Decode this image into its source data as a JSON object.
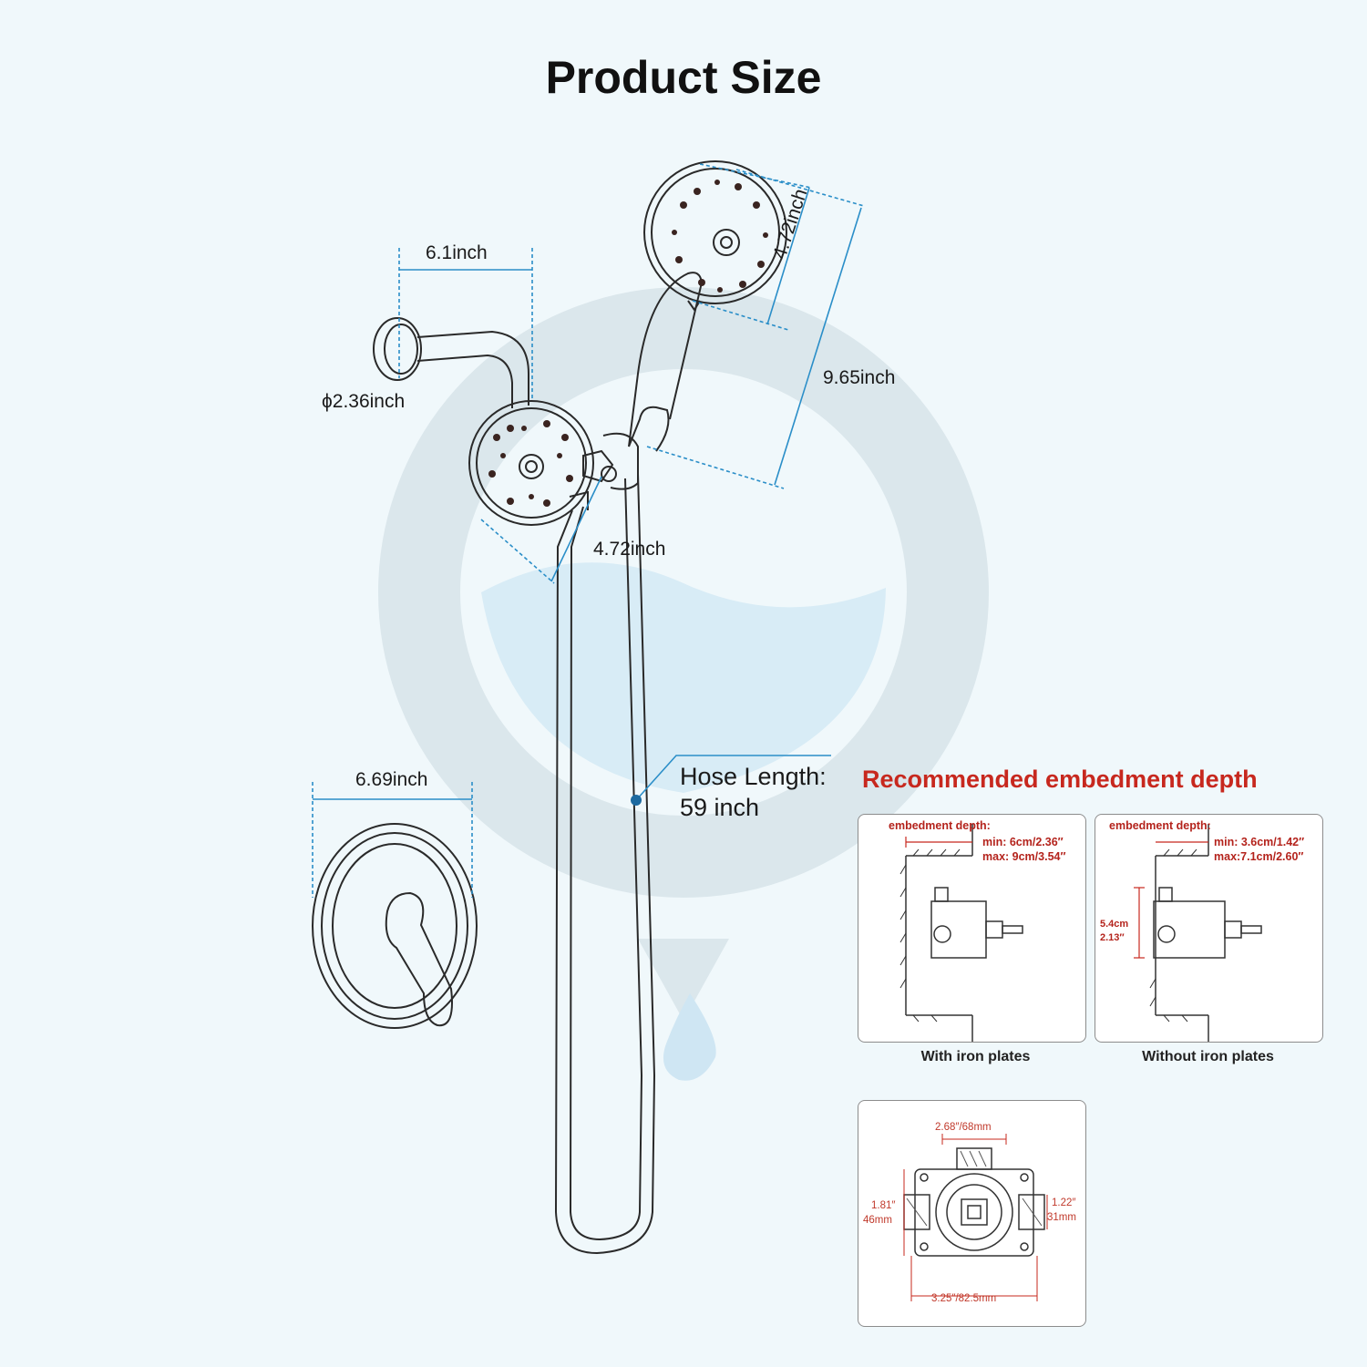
{
  "title": "Product Size",
  "colors": {
    "dimension_line": "#2a8ec8",
    "emphasis_red": "#c7281e",
    "background": "#f0f8fb"
  },
  "dimensions": {
    "arm_length": "6.1inch",
    "flange_diameter": "ϕ2.36inch",
    "handheld_head_diameter": "4.72inch",
    "handheld_length": "9.65inch",
    "fixed_head_diameter": "4.72inch",
    "trim_plate_width": "6.69inch"
  },
  "hose": {
    "label": "Hose Length:",
    "value": "59 inch"
  },
  "embedment": {
    "title": "Recommended embedment depth",
    "with_plates": {
      "header": "embedment depth:",
      "min": "min: 6cm/2.36″",
      "max": "max: 9cm/3.54″",
      "caption": "With iron plates"
    },
    "without_plates": {
      "header": "embedment depth:",
      "min": "min: 3.6cm/1.42″",
      "max": "max:7.1cm/2.60″",
      "height_cm": "5.4cm",
      "height_in": "2.13″",
      "caption": "Without iron plates"
    },
    "valve": {
      "top_width": "2.68″/68mm",
      "left_height_in": "1.81″",
      "left_height_mm": "46mm",
      "right_height_in": "1.22″",
      "right_height_mm": "31mm",
      "bottom_width": "3.25″/82.5mm"
    }
  }
}
